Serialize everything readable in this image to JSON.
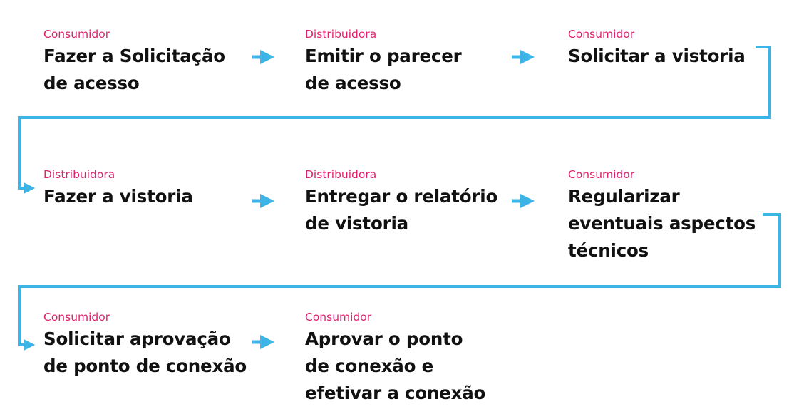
{
  "colors": {
    "role": "#e0206b",
    "connector": "#3cb4e5",
    "text": "#111111"
  },
  "steps": [
    {
      "role": "Consumidor",
      "title": [
        "Fazer a Solicitação",
        "de acesso"
      ]
    },
    {
      "role": "Distribuidora",
      "title": [
        "Emitir o parecer",
        "de acesso"
      ]
    },
    {
      "role": "Consumidor",
      "title": [
        "Solicitar a vistoria"
      ]
    },
    {
      "role": "Distribuidora",
      "title": [
        "Fazer a vistoria"
      ]
    },
    {
      "role": "Distribuidora",
      "title": [
        "Entregar o relatório",
        "de vistoria"
      ]
    },
    {
      "role": "Consumidor",
      "title": [
        "Regularizar",
        "eventuais aspectos",
        "técnicos"
      ]
    },
    {
      "role": "Consumidor",
      "title": [
        "Solicitar aprovação",
        "de ponto de conexão"
      ]
    },
    {
      "role": "Consumidor",
      "title": [
        "Aprovar o ponto",
        "de conexão e",
        "efetivar a conexão"
      ]
    }
  ]
}
